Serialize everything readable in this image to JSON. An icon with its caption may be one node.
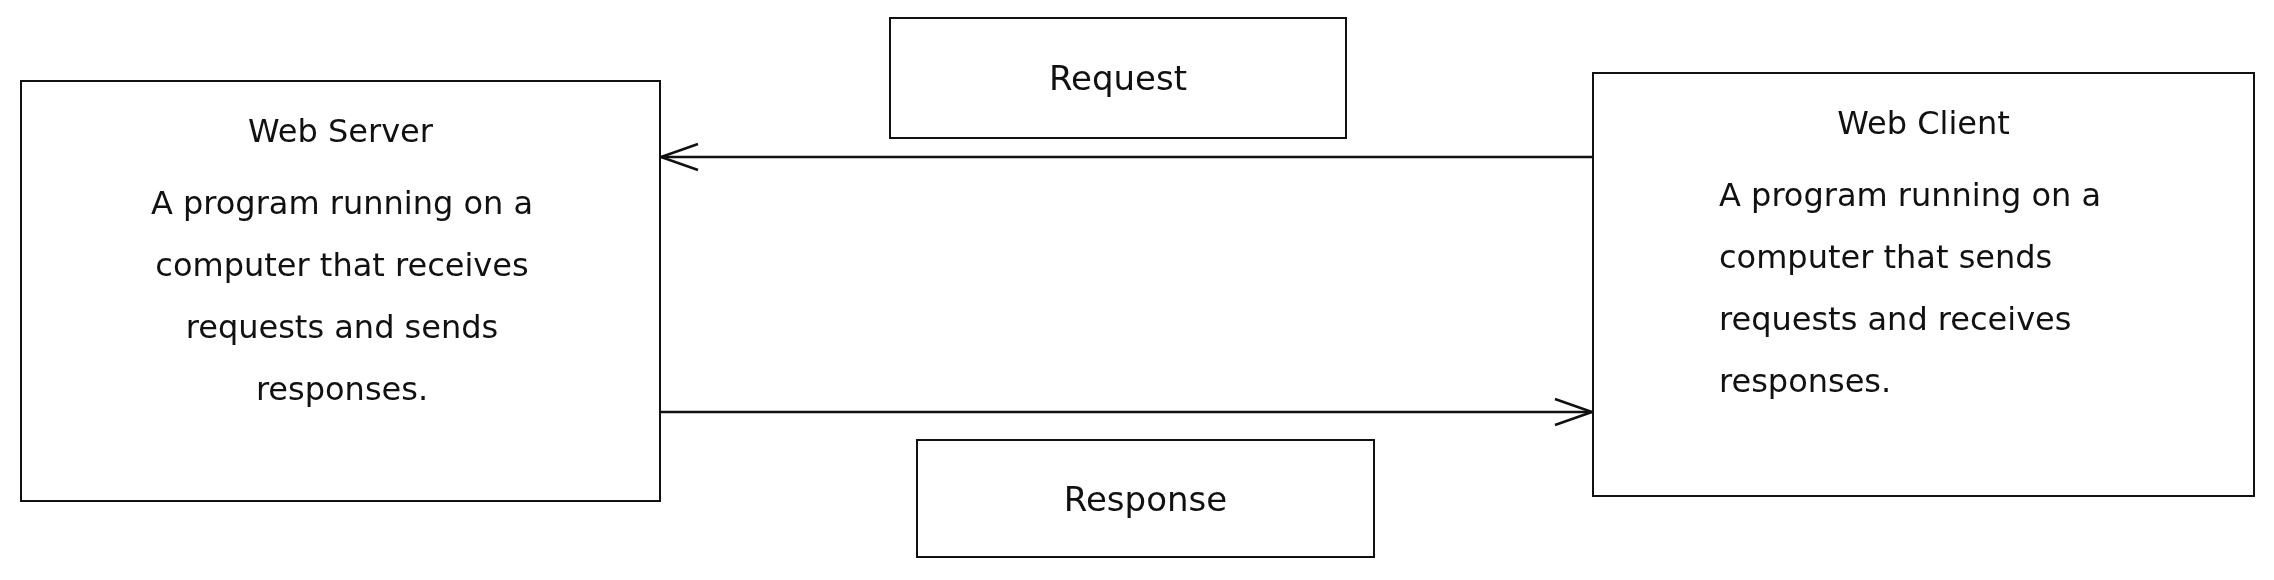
{
  "diagram": {
    "nodes": [
      {
        "text": [
          "Web Server",
          "A program running on a computer that receives requests and sends responses."
        ]
      },
      {
        "text": [
          "Request"
        ]
      },
      {
        "text": [
          "Web Client",
          "A program running on a computer that sends requests and receives responses."
        ]
      },
      {
        "text": [
          "Response"
        ]
      }
    ],
    "edges": [
      {
        "from": 2,
        "to": 0,
        "arrow": "to"
      },
      {
        "from": 0,
        "to": 2,
        "arrow": "to"
      }
    ]
  }
}
